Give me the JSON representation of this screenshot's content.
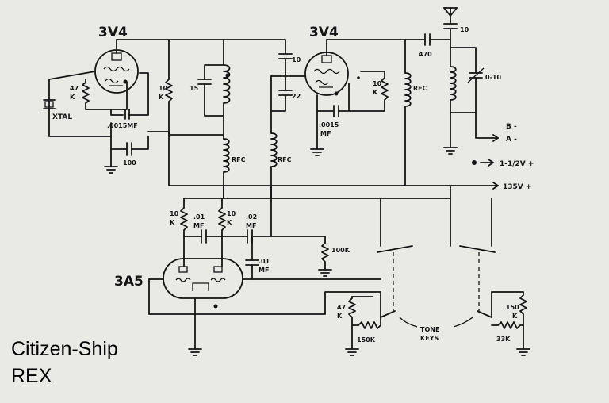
{
  "title": {
    "line1": "Citizen-Ship",
    "line2": "REX"
  },
  "tubes": {
    "osc": "3V4",
    "amp": "3V4",
    "audio": "3A5"
  },
  "components": {
    "r_47k": "47",
    "r_47k_b": "K",
    "xtal": "XTAL",
    "c_0015_left": ".0015MF",
    "c_100": "100",
    "r_10k_osc": "10",
    "r_10k_osc_b": "K",
    "c_15": "15",
    "rfc_left": "RFC",
    "rfc_mid": "RFC",
    "rfc_right": "RFC",
    "c_10_top": "10",
    "c_22": "22",
    "c_0015_right": ".0015",
    "c_0015_right_b": "MF",
    "r_10k_amp": "10",
    "r_10k_amp_b": "K",
    "c_470": "470",
    "c_10_ant": "10",
    "c_var": "0-10",
    "r_10k_a1": "10",
    "r_10k_a1_b": "K",
    "c_01_a1": ".01",
    "c_01_a1_b": "MF",
    "r_10k_a2": "10",
    "r_10k_a2_b": "K",
    "c_02": ".02",
    "c_02_b": "MF",
    "r_100k": "100K",
    "c_01_a2": ".01",
    "c_01_a2_b": "MF",
    "r_47k_tone": "47",
    "r_47k_tone_b": "K",
    "r_150k_left": "150K",
    "r_150k_right": "150",
    "r_150k_right_b": "K",
    "r_33k": "33K",
    "tone_keys": "TONE",
    "tone_keys_b": "KEYS"
  },
  "supply": {
    "b_minus": "B -",
    "a_minus": "A -",
    "v_fil": "1-1/2V +",
    "v_b": "135V +"
  }
}
